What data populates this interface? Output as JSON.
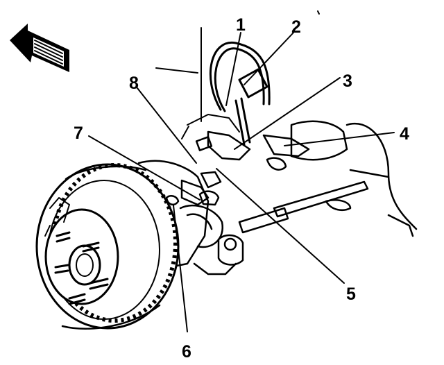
{
  "diagram": {
    "callouts": [
      {
        "id": "1",
        "label": "1"
      },
      {
        "id": "2",
        "label": "2"
      },
      {
        "id": "3",
        "label": "3"
      },
      {
        "id": "4",
        "label": "4"
      },
      {
        "id": "5",
        "label": "5"
      },
      {
        "id": "6",
        "label": "6"
      },
      {
        "id": "7",
        "label": "7"
      },
      {
        "id": "8",
        "label": "8"
      }
    ],
    "direction_arrow": {
      "icon": "front-direction-arrow-icon"
    },
    "colors": {
      "ink": "#000000",
      "background": "#ffffff"
    }
  }
}
